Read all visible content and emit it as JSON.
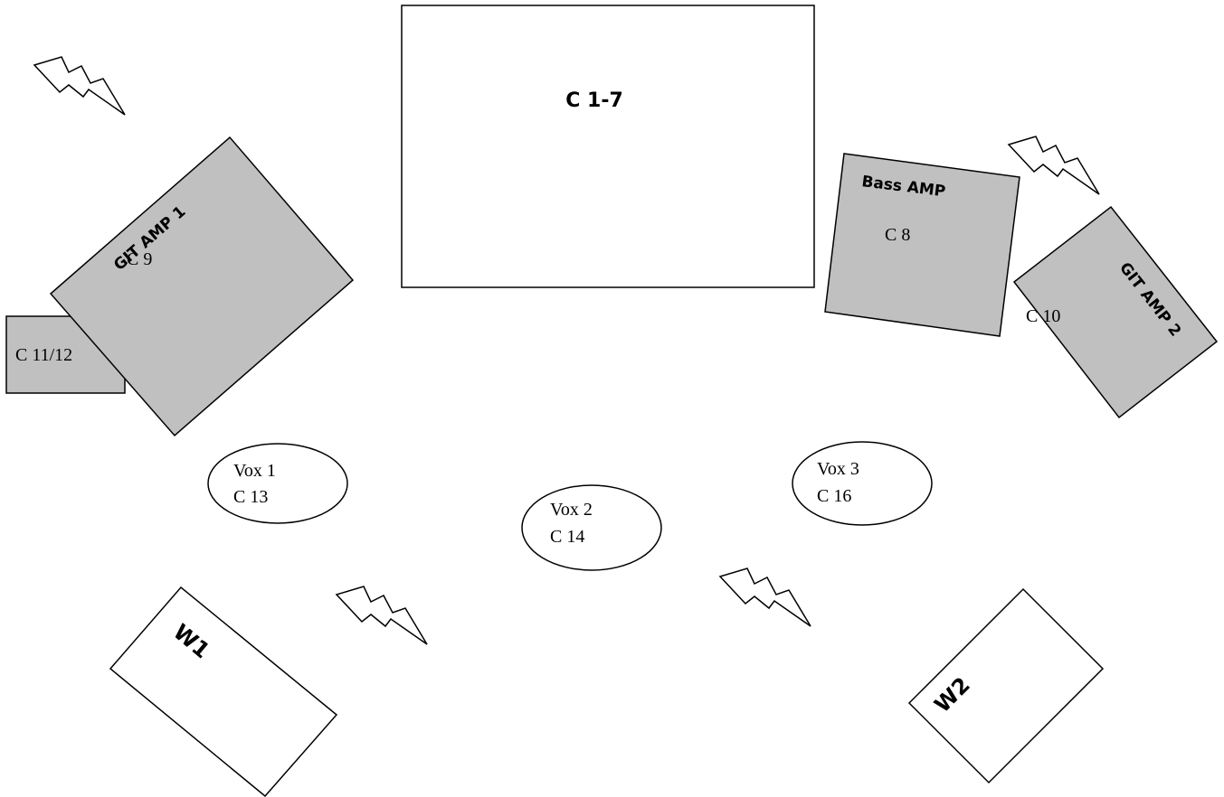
{
  "drums": {
    "label": "C 1-7"
  },
  "git_amp_1": {
    "label": "GIT AMP 1",
    "channel": "C 9"
  },
  "aux_box": {
    "label": "C 11/12"
  },
  "bass_amp": {
    "label": "Bass AMP",
    "channel": "C 8"
  },
  "git_amp_2": {
    "label": "GIT AMP 2",
    "channel": "C 10"
  },
  "vox_1": {
    "name": "Vox 1",
    "channel": "C 13"
  },
  "vox_2": {
    "name": "Vox 2",
    "channel": "C 14"
  },
  "vox_3": {
    "name": "Vox 3",
    "channel": "C 16"
  },
  "wedge_1": {
    "label": "W1"
  },
  "wedge_2": {
    "label": "W2"
  },
  "colors": {
    "amp_fill": "#c0c0c0",
    "outline": "#000000",
    "background": "#ffffff"
  },
  "icons": {
    "power": "lightning-bolt-icon"
  }
}
